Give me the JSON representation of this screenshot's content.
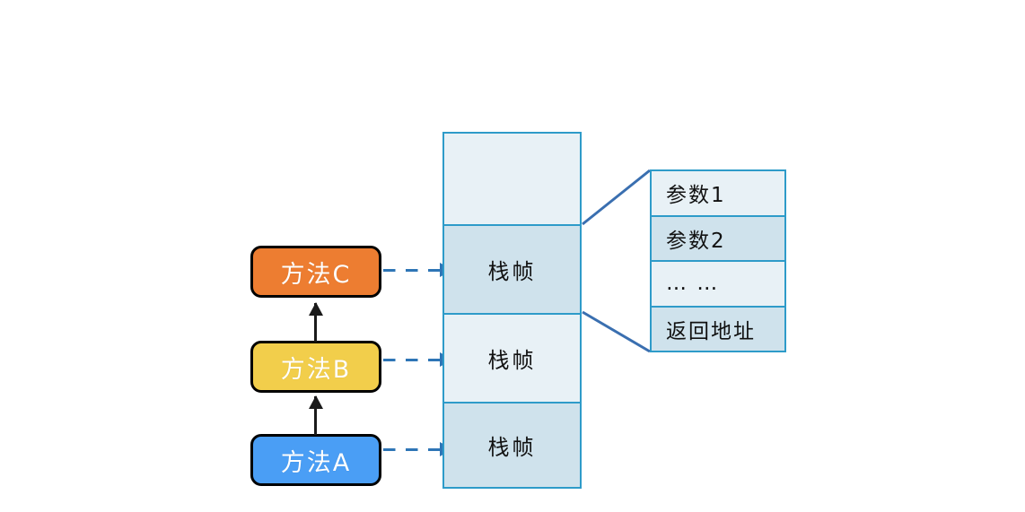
{
  "diagram": {
    "title": "Java method call stack frame diagram",
    "colors": {
      "method_c": "#ED7D31",
      "method_b": "#F2CE4B",
      "method_a": "#4A9EF5",
      "stack_border": "#2E9BC9",
      "cell_light": "#E8F1F6",
      "cell_dark": "#CFE2EC",
      "dashed_arrow": "#2E75B6",
      "call_arrow": "#1a1a1a",
      "connector": "#3A6FB0"
    }
  },
  "methods": [
    {
      "id": "method-c",
      "label": "方法C"
    },
    {
      "id": "method-b",
      "label": "方法B"
    },
    {
      "id": "method-a",
      "label": "方法A"
    }
  ],
  "stack": {
    "cells": [
      {
        "id": "stack-cell-empty",
        "label": "",
        "shade": "light"
      },
      {
        "id": "stack-cell-top",
        "label": "栈帧",
        "shade": "dark"
      },
      {
        "id": "stack-cell-mid",
        "label": "栈帧",
        "shade": "light"
      },
      {
        "id": "stack-cell-bot",
        "label": "栈帧",
        "shade": "dark"
      }
    ]
  },
  "frame_detail": {
    "rows": [
      {
        "id": "detail-row-param1",
        "label": "参数1",
        "shade": "light"
      },
      {
        "id": "detail-row-param2",
        "label": "参数2",
        "shade": "dark"
      },
      {
        "id": "detail-row-ellipsis",
        "label": "… …",
        "shade": "light"
      },
      {
        "id": "detail-row-return-address",
        "label": "返回地址",
        "shade": "dark"
      }
    ]
  }
}
